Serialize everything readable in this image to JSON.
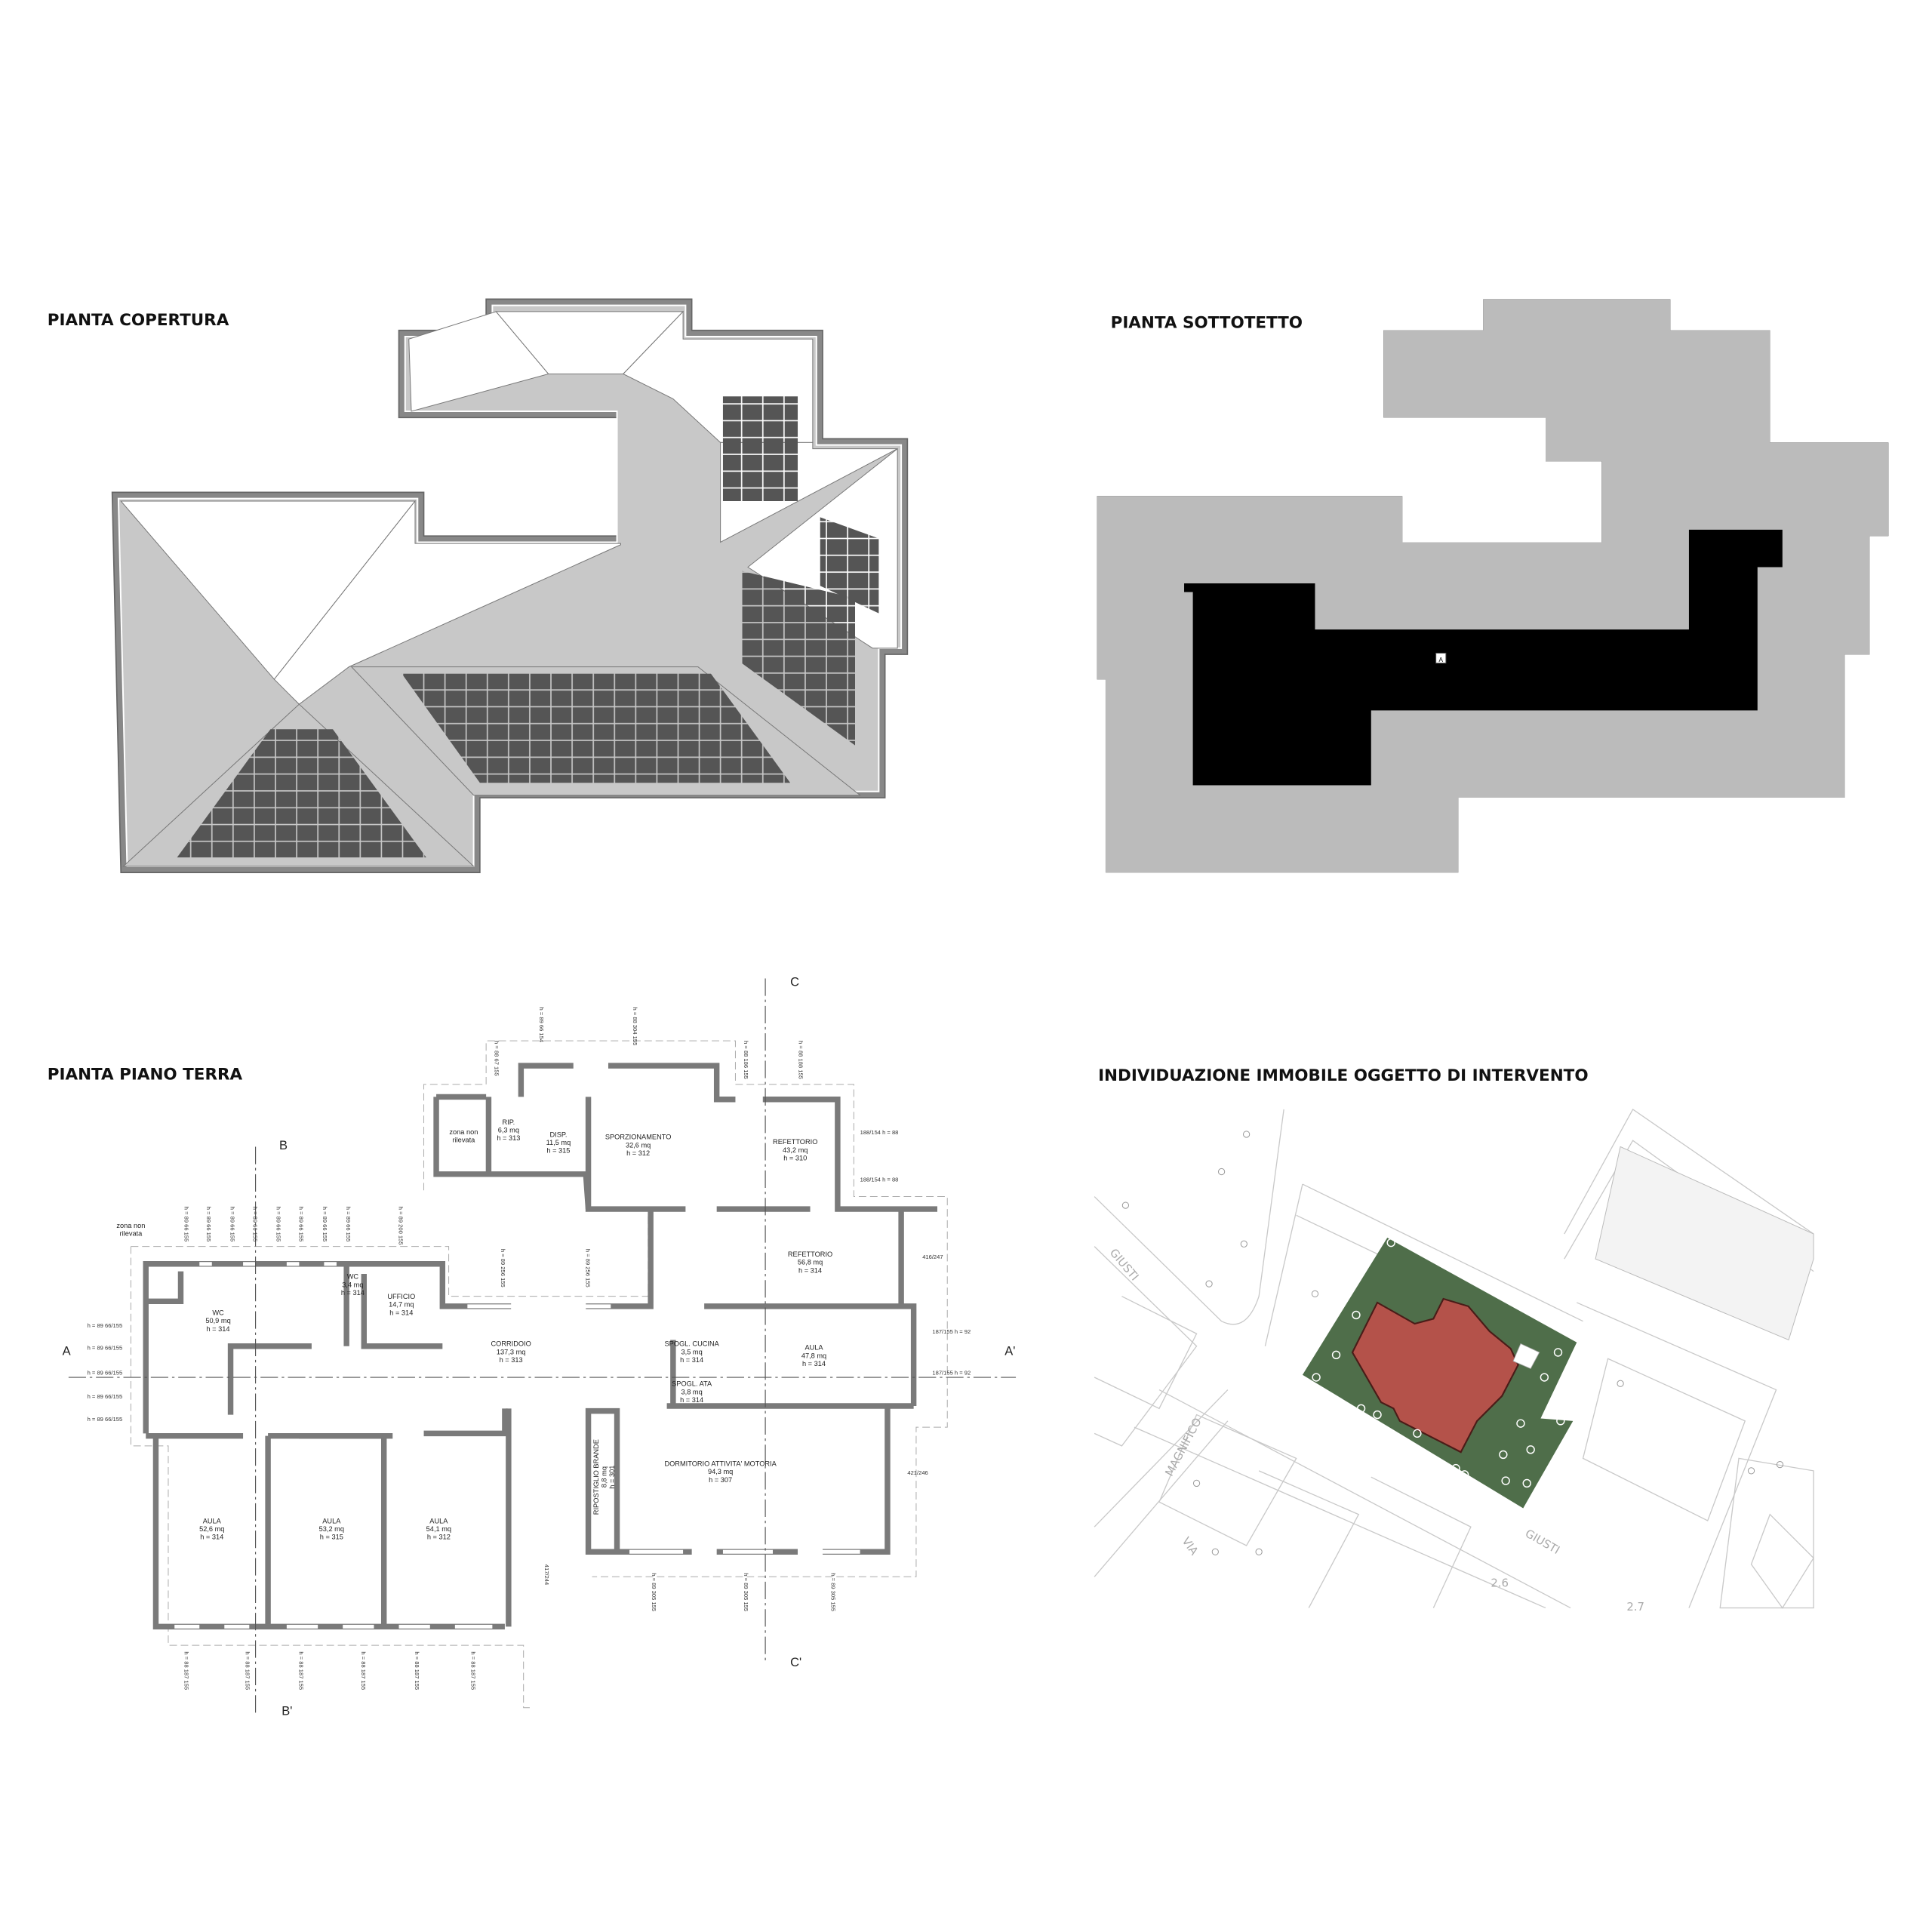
{
  "titles": {
    "roof": "PIANTA COPERTURA",
    "attic": "PIANTA SOTTOTETTO",
    "ground": "PIANTA PIANO TERRA",
    "location": "INDIVIDUAZIONE IMMOBILE OGGETTO DI INTERVENTO"
  },
  "attic": {
    "marker": "A"
  },
  "colors": {
    "roof_grey": "#c8c8c8",
    "panel": "#555555",
    "lot_green": "#4f6e4a",
    "building_red": "#b4524a",
    "wall": "#7a7a7a"
  },
  "ground_floor": {
    "rooms": [
      {
        "name": "zona non",
        "area": "rilevata",
        "height": ""
      },
      {
        "name": "RIP.",
        "area": "6,3 mq",
        "height": "h = 313"
      },
      {
        "name": "DISP.",
        "area": "11,5 mq",
        "height": "h = 315"
      },
      {
        "name": "SPORZIONAMENTO",
        "area": "32,6 mq",
        "height": "h = 312"
      },
      {
        "name": "REFETTORIO",
        "area": "43,2 mq",
        "height": "h = 310"
      },
      {
        "name": "zona non",
        "area": "rilevata",
        "height": ""
      },
      {
        "name": "WC",
        "area": "50,9 mq",
        "height": "h = 314"
      },
      {
        "name": "WC",
        "area": "3,4 mq",
        "height": "h = 314"
      },
      {
        "name": "UFFICIO",
        "area": "14,7 mq",
        "height": "h = 314"
      },
      {
        "name": "CORRIDOIO",
        "area": "137,3 mq",
        "height": "h = 313"
      },
      {
        "name": "SPOGL. CUCINA",
        "area": "3,5 mq",
        "height": "h = 314"
      },
      {
        "name": "SPOGL. ATA",
        "area": "3,8 mq",
        "height": "h = 314"
      },
      {
        "name": "REFETTORIO",
        "area": "56,8 mq",
        "height": "h = 314"
      },
      {
        "name": "AULA",
        "area": "47,8 mq",
        "height": "h = 314"
      },
      {
        "name": "DORMITORIO ATTIVITA' MOTORIA",
        "area": "94,3 mq",
        "height": "h = 307"
      },
      {
        "name": "AULA",
        "area": "52,6 mq",
        "height": "h = 314"
      },
      {
        "name": "AULA",
        "area": "53,2 mq",
        "height": "h = 315"
      },
      {
        "name": "AULA",
        "area": "54,1 mq",
        "height": "h = 312"
      },
      {
        "name": "RIPOSTIGLIO BRANDE",
        "area": "8,8 mq",
        "height": "h = 301"
      }
    ],
    "sections": [
      "A",
      "A'",
      "B",
      "B'",
      "C",
      "C'"
    ],
    "dims_top_left": [
      "h = 89 66 155",
      "h = 89 66 155",
      "h = 89 66 155",
      "h = 89 66 155",
      "h = 89 66 155",
      "h = 89 66 155",
      "h = 89 66 155",
      "h = 89 66 155",
      "h = 89 200 155"
    ],
    "dims_mid": [
      "h = 89 256 155",
      "h = 89 256 155"
    ],
    "dims_top_upper": [
      "h = 88 67 155",
      "h = 89 66 154",
      "h = 88 304 155",
      "h = 88 186 155",
      "h = 88 188 155"
    ],
    "dims_right": [
      "188/154 h = 88",
      "188/154 h = 88",
      "416/247",
      "187/155 h = 92",
      "187/155 h = 92",
      "421/246"
    ],
    "dims_left": [
      "h = 89 66/155",
      "h = 89 66/155",
      "h = 89 66/155",
      "h = 89 66/155",
      "h = 89 66/155"
    ],
    "dims_bottom_right": [
      "417/244",
      "h = 89 305 155",
      "h = 89 305 155",
      "h = 89 305 155"
    ],
    "dims_bottom_aule": [
      "h = 88 187 155",
      "h = 88 187 155",
      "h = 88 187 155",
      "h = 88 187 155",
      "h = 88 187 155",
      "h = 88 187 155"
    ]
  },
  "map": {
    "labels": [
      "GIUSTI",
      "MAGNIFICO",
      "VIA",
      "GIUSTI",
      "2.6",
      "2.7"
    ]
  }
}
